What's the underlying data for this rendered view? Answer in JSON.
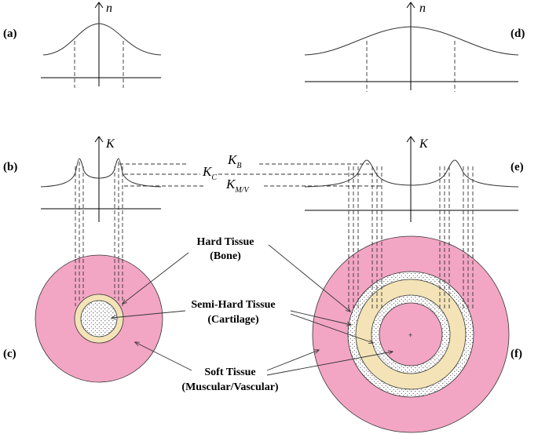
{
  "panels": {
    "a": "(a)",
    "b": "(b)",
    "c": "(c)",
    "d": "(d)",
    "e": "(e)",
    "f": "(f)"
  },
  "axes": {
    "n_left": "n",
    "n_right": "n",
    "k_left": "K",
    "k_right": "K"
  },
  "k_levels": {
    "kb_main": "K",
    "kb_sub": "B",
    "kc_main": "K",
    "kc_sub": "C",
    "kmv_main": "K",
    "kmv_sub": "M/V"
  },
  "tissues": {
    "hard_line1": "Hard Tissue",
    "hard_line2": "(Bone)",
    "semi_line1": "Semi-Hard Tissue",
    "semi_line2": "(Cartilage)",
    "soft_line1": "Soft Tissue",
    "soft_line2": "(Muscular/Vascular)"
  },
  "colors": {
    "soft_tissue": "#f2a6c3",
    "cartilage": "#f3e3b7",
    "bone_dots": "#555555",
    "line": "#333333"
  }
}
